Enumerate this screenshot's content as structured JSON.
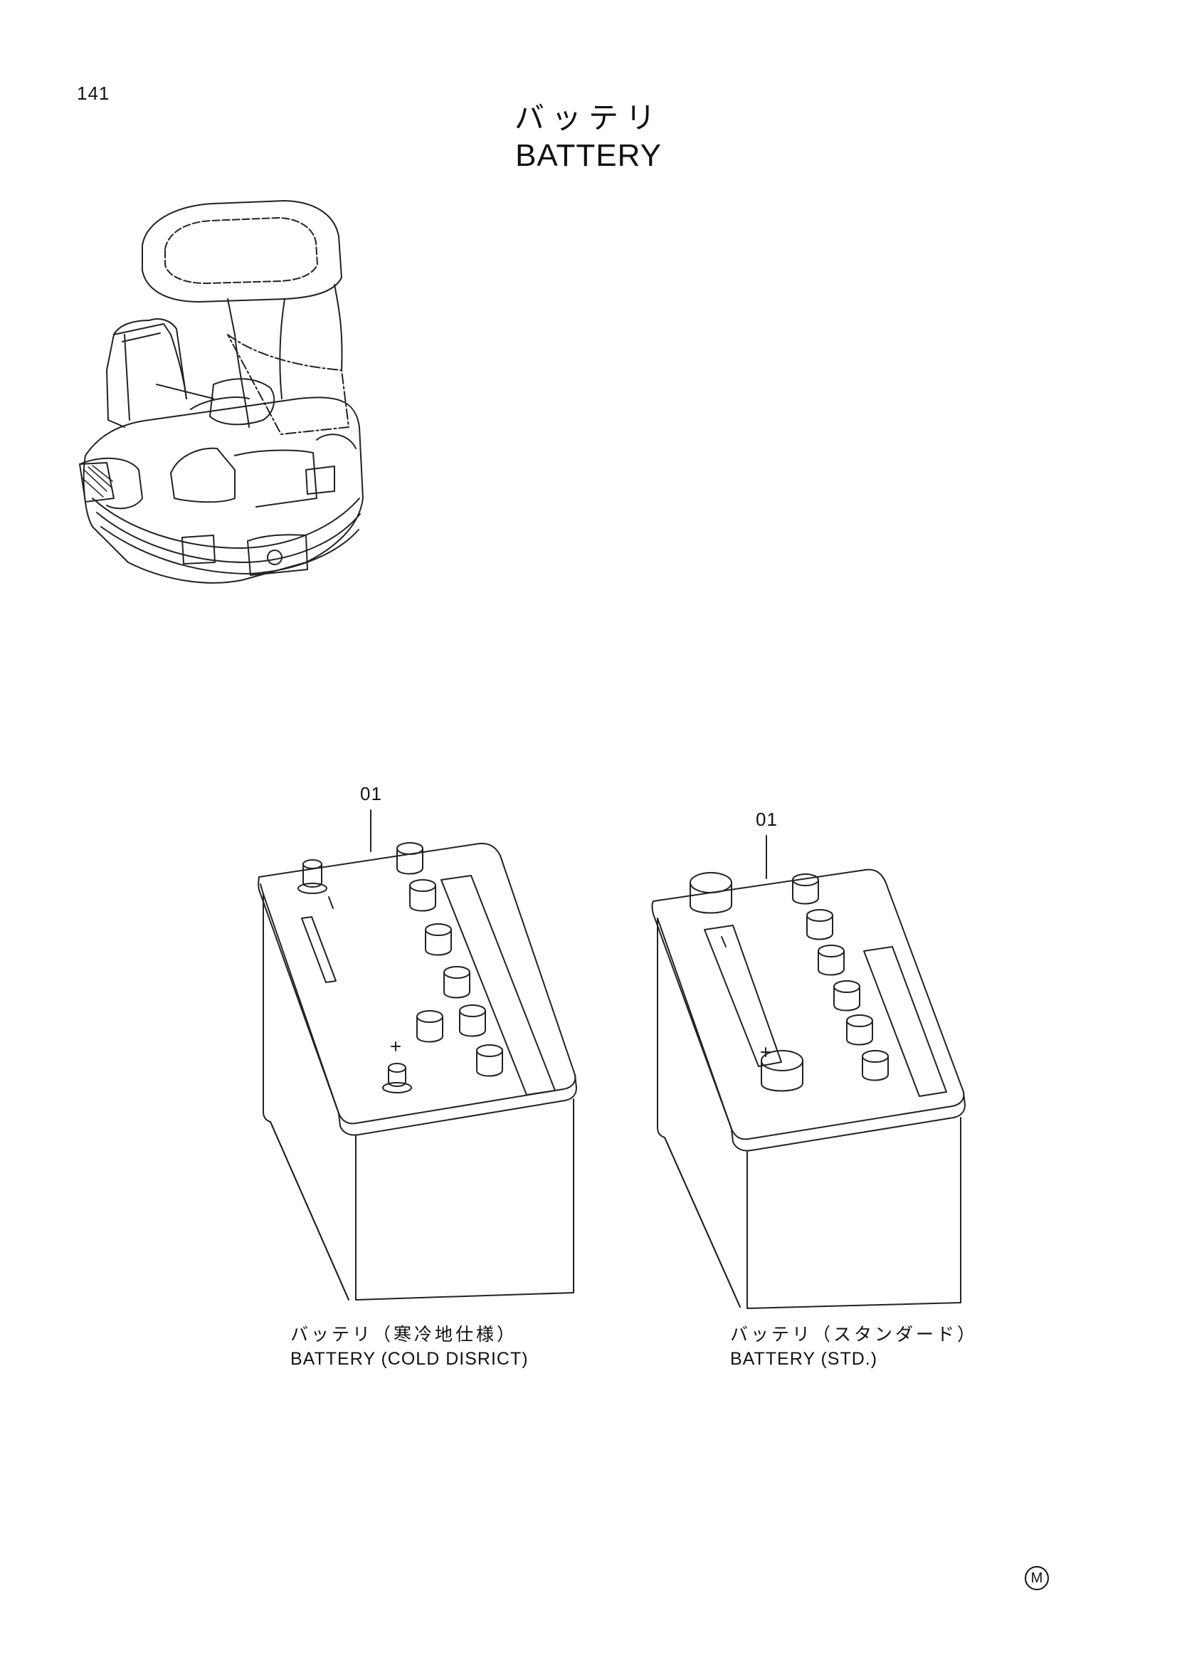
{
  "page_number": "141",
  "title": {
    "jp": "バッテリ",
    "en": "BATTERY"
  },
  "items": [
    {
      "callout": "01",
      "caption_jp": "バッテリ（寒冷地仕様）",
      "caption_en": "BATTERY (COLD DISRICT)"
    },
    {
      "callout": "01",
      "caption_jp": "バッテリ（スタンダード）",
      "caption_en": "BATTERY (STD.)"
    }
  ],
  "terminals": {
    "minus": "-",
    "plus": "+"
  },
  "mark": "M",
  "icons": [
    "excavator-upper-body-illustration",
    "battery-illustration",
    "circled-m-icon"
  ]
}
